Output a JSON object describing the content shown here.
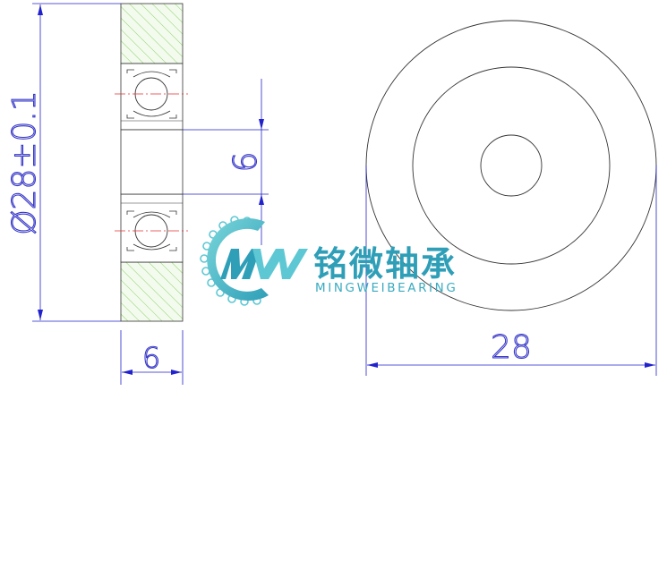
{
  "drawing": {
    "dims": {
      "outer_diameter": "Ø28±0.1",
      "bore": "6",
      "width": "6",
      "front_diameter": "28"
    }
  },
  "logo": {
    "mark": "MW",
    "name_cn": "铭微轴承",
    "name_en": "MINGWEIBEARING"
  },
  "colors": {
    "dimension": "#2222cc",
    "outline": "#333333",
    "hatch": "#8dd06a",
    "hatch_fill": "#f3fbee",
    "center_line": "#e53030",
    "brand_light": "#5dc8d4",
    "brand_dark": "#2f9fb8"
  }
}
